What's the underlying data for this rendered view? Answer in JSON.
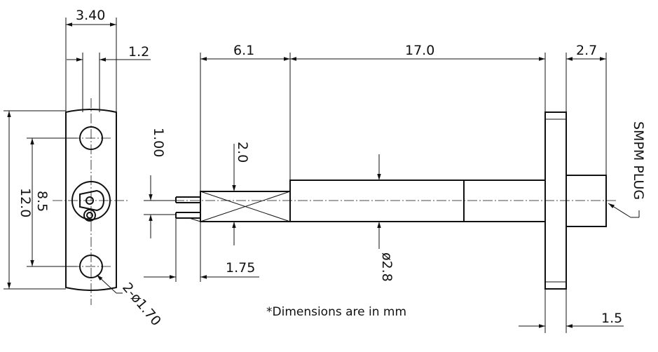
{
  "dimensions": {
    "top_width": "3.40",
    "pin_offset": "1.2",
    "overall_height": "12.0",
    "hole_pitch": "8.5",
    "holes": "2-ø1.70",
    "pin_spacing": "1.00",
    "body_front_length": "6.1",
    "body_main_length": "17.0",
    "flange_to_plug": "2.7",
    "insulator_width": "2.0",
    "pin_length": "1.75",
    "body_diameter": "ø2.8",
    "flange_thickness": "1.5"
  },
  "labels": {
    "plug": "SMPM PLUG",
    "note": "*Dimensions are in mm"
  }
}
